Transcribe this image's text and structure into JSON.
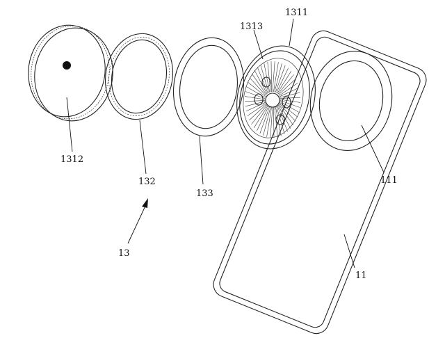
{
  "labels": {
    "l1312": "1312",
    "l132": "132",
    "l133": "133",
    "l1313": "1313",
    "l1311": "1311",
    "l111": "111",
    "l13": "13",
    "l11": "11"
  }
}
